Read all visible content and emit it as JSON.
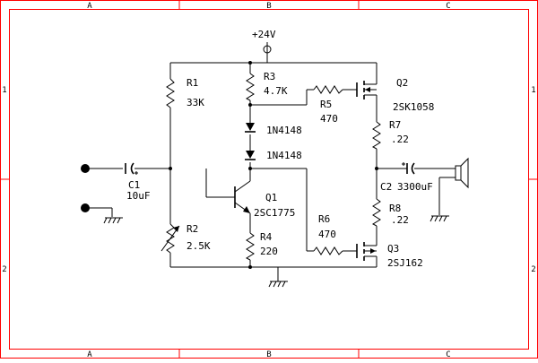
{
  "frame": {
    "zones_top": [
      "A",
      "B",
      "C"
    ],
    "zones_bottom": [
      "A",
      "B",
      "C"
    ],
    "zones_side": [
      "1",
      "2"
    ]
  },
  "power": {
    "label": "+24V"
  },
  "components": {
    "R1": {
      "ref": "R1",
      "value": "33K"
    },
    "R2": {
      "ref": "R2",
      "value": "2.5K"
    },
    "R3": {
      "ref": "R3",
      "value": "4.7K"
    },
    "R4": {
      "ref": "R4",
      "value": "220"
    },
    "R5": {
      "ref": "R5",
      "value": "470"
    },
    "R6": {
      "ref": "R6",
      "value": "470"
    },
    "R7": {
      "ref": "R7",
      "value": ".22"
    },
    "R8": {
      "ref": "R8",
      "value": ".22"
    },
    "D1": {
      "value": "1N4148"
    },
    "D2": {
      "value": "1N4148"
    },
    "C1": {
      "ref": "C1",
      "value": "10uF"
    },
    "C2": {
      "ref": "C2",
      "value": "3300uF"
    },
    "Q1": {
      "ref": "Q1",
      "part": "2SC1775"
    },
    "Q2": {
      "ref": "Q2",
      "part": "2SK1058"
    },
    "Q3": {
      "ref": "Q3",
      "part": "2SJ162"
    }
  },
  "colors": {
    "border": "#ff0000",
    "ink": "#000000",
    "background": "#ffffff"
  }
}
